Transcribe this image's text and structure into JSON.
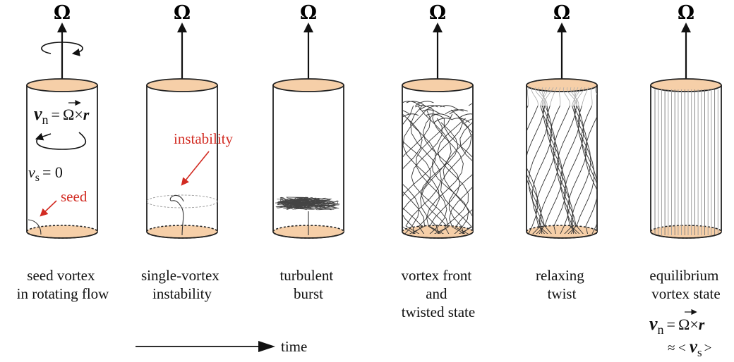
{
  "axis_symbol": "Ω",
  "panels": [
    {
      "id": "seed",
      "caption": [
        "seed vortex",
        "in rotating flow"
      ]
    },
    {
      "id": "single",
      "caption": [
        "single-vortex",
        "instability"
      ]
    },
    {
      "id": "burst",
      "caption": [
        "turbulent",
        "burst"
      ]
    },
    {
      "id": "front",
      "caption": [
        "vortex front",
        "and",
        "twisted state"
      ]
    },
    {
      "id": "relax",
      "caption": [
        "relaxing",
        "twist"
      ]
    },
    {
      "id": "equil",
      "caption": [
        "equilibrium",
        "vortex state"
      ]
    }
  ],
  "labels": {
    "vn_symbol": "v",
    "vn_sub": "n",
    "equals": "=",
    "omega_vec": "Ω",
    "times": "×",
    "r": "r",
    "vs_symbol": "v",
    "vs_sub": "s",
    "vs_zero": "= 0",
    "seed": "seed",
    "instability": "instability",
    "approx": "≈ <",
    "close_angle": ">"
  },
  "time_label": "time",
  "colors": {
    "ink": "#111111",
    "accent_red": "#d22b22",
    "cap_fill": "#f6cfa8",
    "cap_stroke": "#222222"
  }
}
